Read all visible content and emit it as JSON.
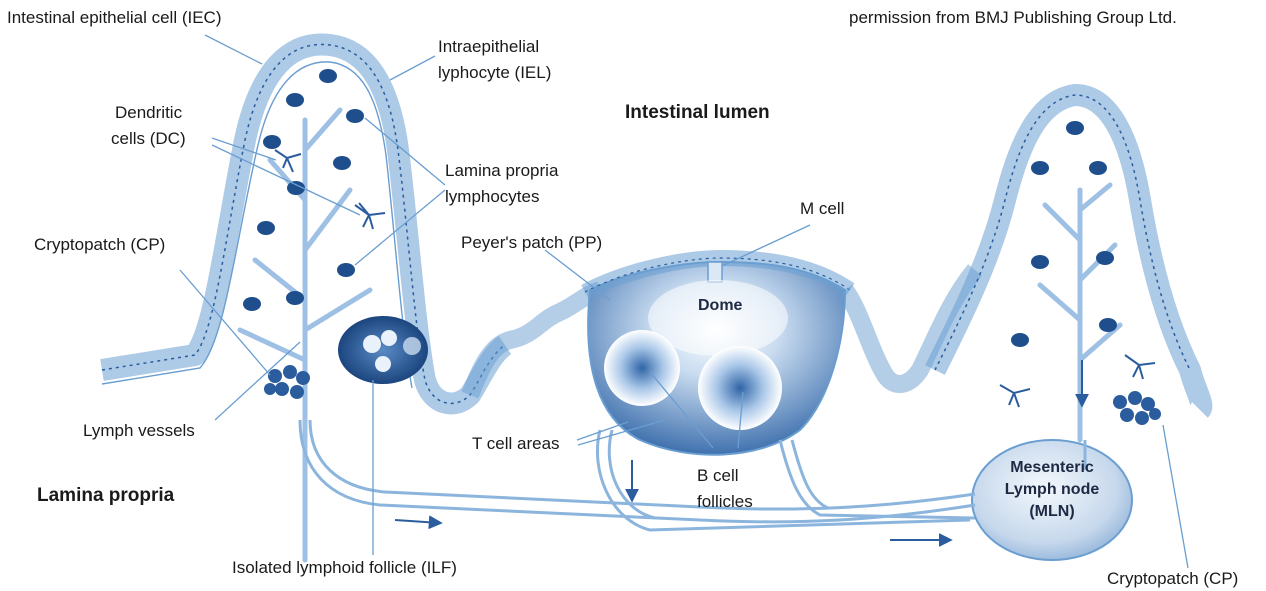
{
  "credit": "permission from BMJ Publishing Group Ltd.",
  "labels": {
    "iec": "Intestinal epithelial cell (IEC)",
    "iel_1": "Intraepithelial",
    "iel_2": "lyphocyte (IEL)",
    "dc_1": "Dendritic",
    "dc_2": "cells (DC)",
    "lumen": "Intestinal lumen",
    "lp_lymph_1": "Lamina propria",
    "lp_lymph_2": "lymphocytes",
    "m_cell": "M cell",
    "cp_left": "Cryptopatch (CP)",
    "pp": "Peyer's patch (PP)",
    "dome": "Dome",
    "lymph_vessels": "Lymph vessels",
    "t_cell": "T cell areas",
    "b_cell_1": "B cell",
    "b_cell_2": "follicles",
    "lamina_propria": "Lamina propria",
    "mln_1": "Mesenteric",
    "mln_2": "Lymph node",
    "mln_3": "(MLN)",
    "ilf": "Isolated lymphoid follicle (ILF)",
    "cp_right": "Cryptopatch (CP)"
  },
  "colors": {
    "line": "#6a9ed1",
    "fill_light": "#dbe9f7",
    "fill_mid": "#8db6e0",
    "fill_dark": "#2b5d9e",
    "nucleus": "#1f4e8c",
    "text": "#1a1a1a"
  }
}
